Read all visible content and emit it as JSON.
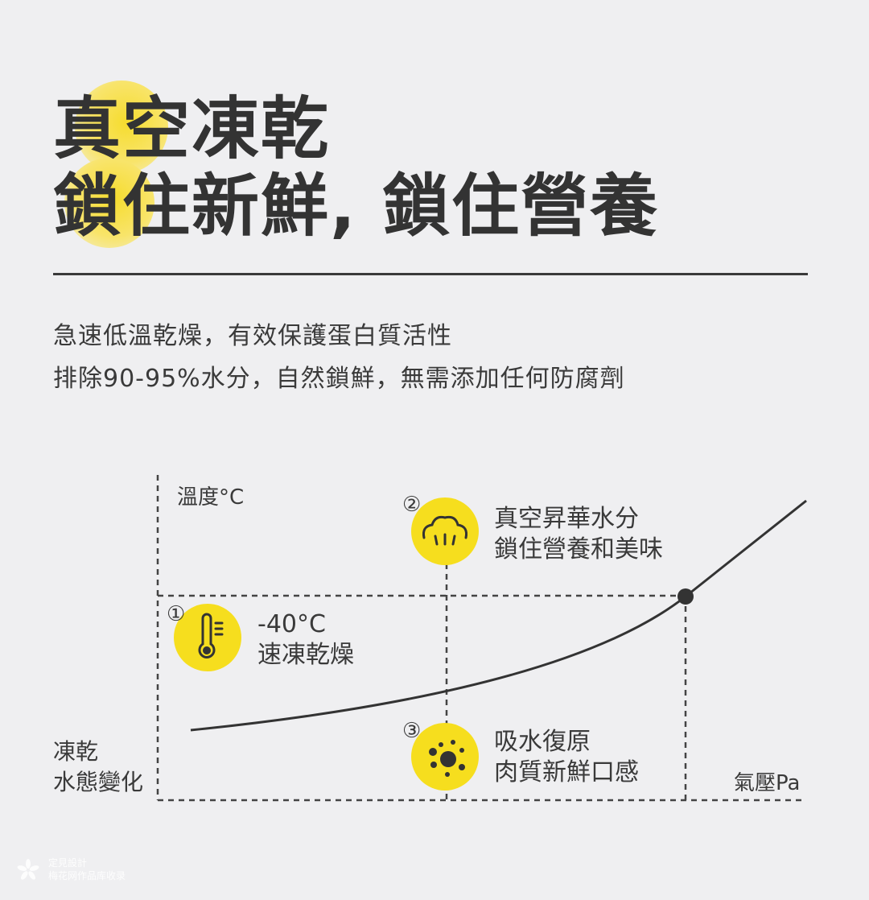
{
  "headline": {
    "line1": "真空凍乾",
    "line2": "鎖住新鮮, 鎖住營養"
  },
  "subtext": {
    "line1": "急速低溫乾燥，有效保護蛋白質活性",
    "line2": "排除90-95%水分，自然鎖鮮，無需添加任何防腐劑"
  },
  "diagram": {
    "y_axis_label": "溫度°C",
    "x_axis_label": "氣壓Pa",
    "y_category": [
      "凍乾",
      "水態變化"
    ],
    "steps": [
      {
        "number": "①",
        "icon": "thermometer-icon",
        "lines": [
          "-40°C",
          "速凍乾燥"
        ]
      },
      {
        "number": "②",
        "icon": "vapor-cloud-icon",
        "lines": [
          "真空昇華水分",
          "鎖住營養和美味"
        ]
      },
      {
        "number": "③",
        "icon": "water-droplets-icon",
        "lines": [
          "吸水復原",
          "肉質新鮮口感"
        ]
      }
    ]
  },
  "footer": {
    "line1": "定見設計",
    "line2": "梅花网作品库收录"
  },
  "colors": {
    "background": "#efeff1",
    "accent_yellow": "#f6de1e",
    "text_dark": "#333333"
  }
}
